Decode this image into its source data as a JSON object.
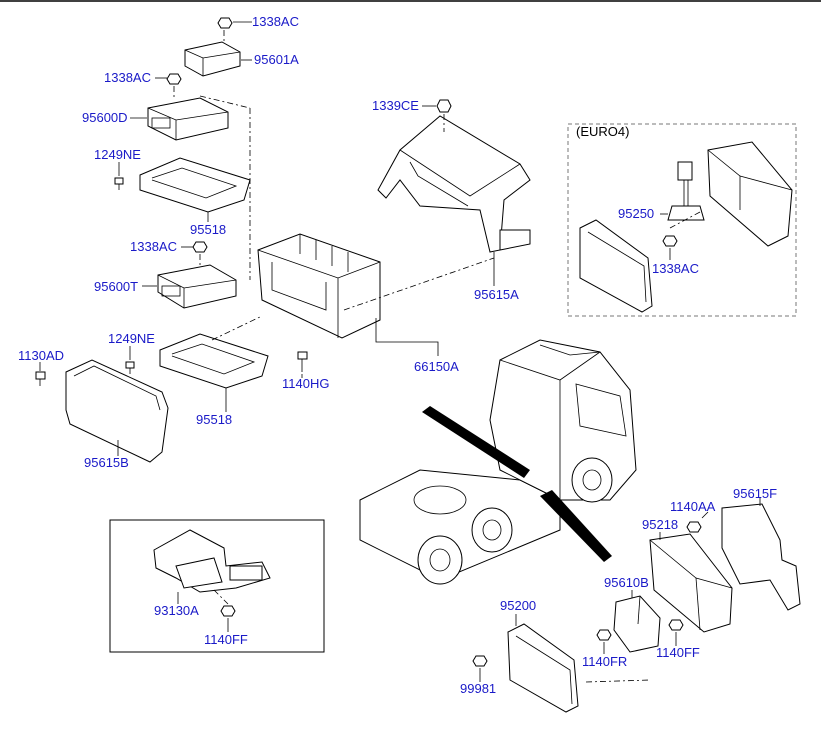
{
  "labels": {
    "p1338ac_top": "1338AC",
    "p95601a": "95601A",
    "p1338ac_mid": "1338AC",
    "p95600d": "95600D",
    "p1249ne_top": "1249NE",
    "p95518_top": "95518",
    "p1338ac_lower": "1338AC",
    "p95600t": "95600T",
    "p1249ne_low": "1249NE",
    "p1130ad": "1130AD",
    "p95518_low": "95518",
    "p95615b": "95615B",
    "p1140hg": "1140HG",
    "p66150a": "66150A",
    "p95615a": "95615A",
    "p1339ce": "1339CE",
    "euro4": "(EURO4)",
    "p95250": "95250",
    "p1338ac_euro": "1338AC",
    "p93130a": "93130A",
    "p1140ff_left": "1140FF",
    "p1140aa": "1140AA",
    "p95615f": "95615F",
    "p95218": "95218",
    "p95610b": "95610B",
    "p95200": "95200",
    "p1140fr": "1140FR",
    "p1140ff_right": "1140FF",
    "p99981": "99981"
  }
}
